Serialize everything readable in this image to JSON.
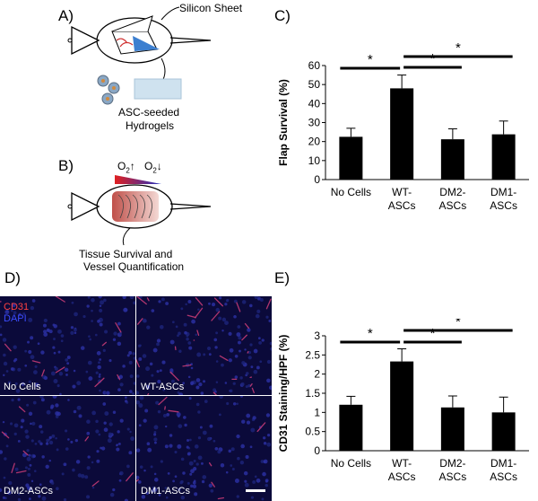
{
  "panels": {
    "a": {
      "letter": "A)",
      "silicon_label": "Silicon Sheet",
      "hydrogel_label_line1": "ASC-seeded",
      "hydrogel_label_line2": "Hydrogels"
    },
    "b": {
      "letter": "B)",
      "o2_high": "O",
      "o2_low": "O",
      "o2_sub": "2",
      "caption_line1": "Tissue Survival and",
      "caption_line2": "Vessel Quantification"
    },
    "c": {
      "letter": "C)"
    },
    "d": {
      "letter": "D)",
      "stain_red": "CD31",
      "stain_blue": "DAPI",
      "tiles": [
        "No Cells",
        "WT-ASCs",
        "DM2-ASCs",
        "DM1-ASCs"
      ]
    },
    "e": {
      "letter": "E)"
    }
  },
  "significance_mark": "*",
  "chart_data": [
    {
      "id": "C",
      "type": "bar",
      "ylabel": "Flap Survival (%)",
      "ylim": [
        0,
        60
      ],
      "yticks": [
        "0",
        "10",
        "20",
        "30",
        "40",
        "50",
        "60"
      ],
      "categories": [
        [
          "No Cells"
        ],
        [
          "WT-",
          "ASCs"
        ],
        [
          "DM2-",
          "ASCs"
        ],
        [
          "DM1-",
          "ASCs"
        ]
      ],
      "values": [
        22.5,
        48,
        21.2,
        23.8
      ],
      "errors": [
        4.5,
        7,
        5.5,
        7
      ],
      "bar_color": "#000000",
      "significance": [
        [
          0,
          1
        ],
        [
          1,
          2
        ],
        [
          1,
          3
        ]
      ]
    },
    {
      "id": "E",
      "type": "bar",
      "ylabel": "CD31 Staining/HPF (%)",
      "ylim": [
        0,
        3
      ],
      "yticks": [
        "0",
        "0.5",
        "1",
        "1.5",
        "2",
        "2.5",
        "3"
      ],
      "categories": [
        [
          "No Cells"
        ],
        [
          "WT-",
          "ASCs"
        ],
        [
          "DM2-",
          "ASCs"
        ],
        [
          "DM1-",
          "ASCs"
        ]
      ],
      "values": [
        1.2,
        2.33,
        1.13,
        1.0
      ],
      "errors": [
        0.22,
        0.33,
        0.3,
        0.4
      ],
      "bar_color": "#000000",
      "significance": [
        [
          0,
          1
        ],
        [
          1,
          2
        ],
        [
          1,
          3
        ]
      ]
    }
  ]
}
